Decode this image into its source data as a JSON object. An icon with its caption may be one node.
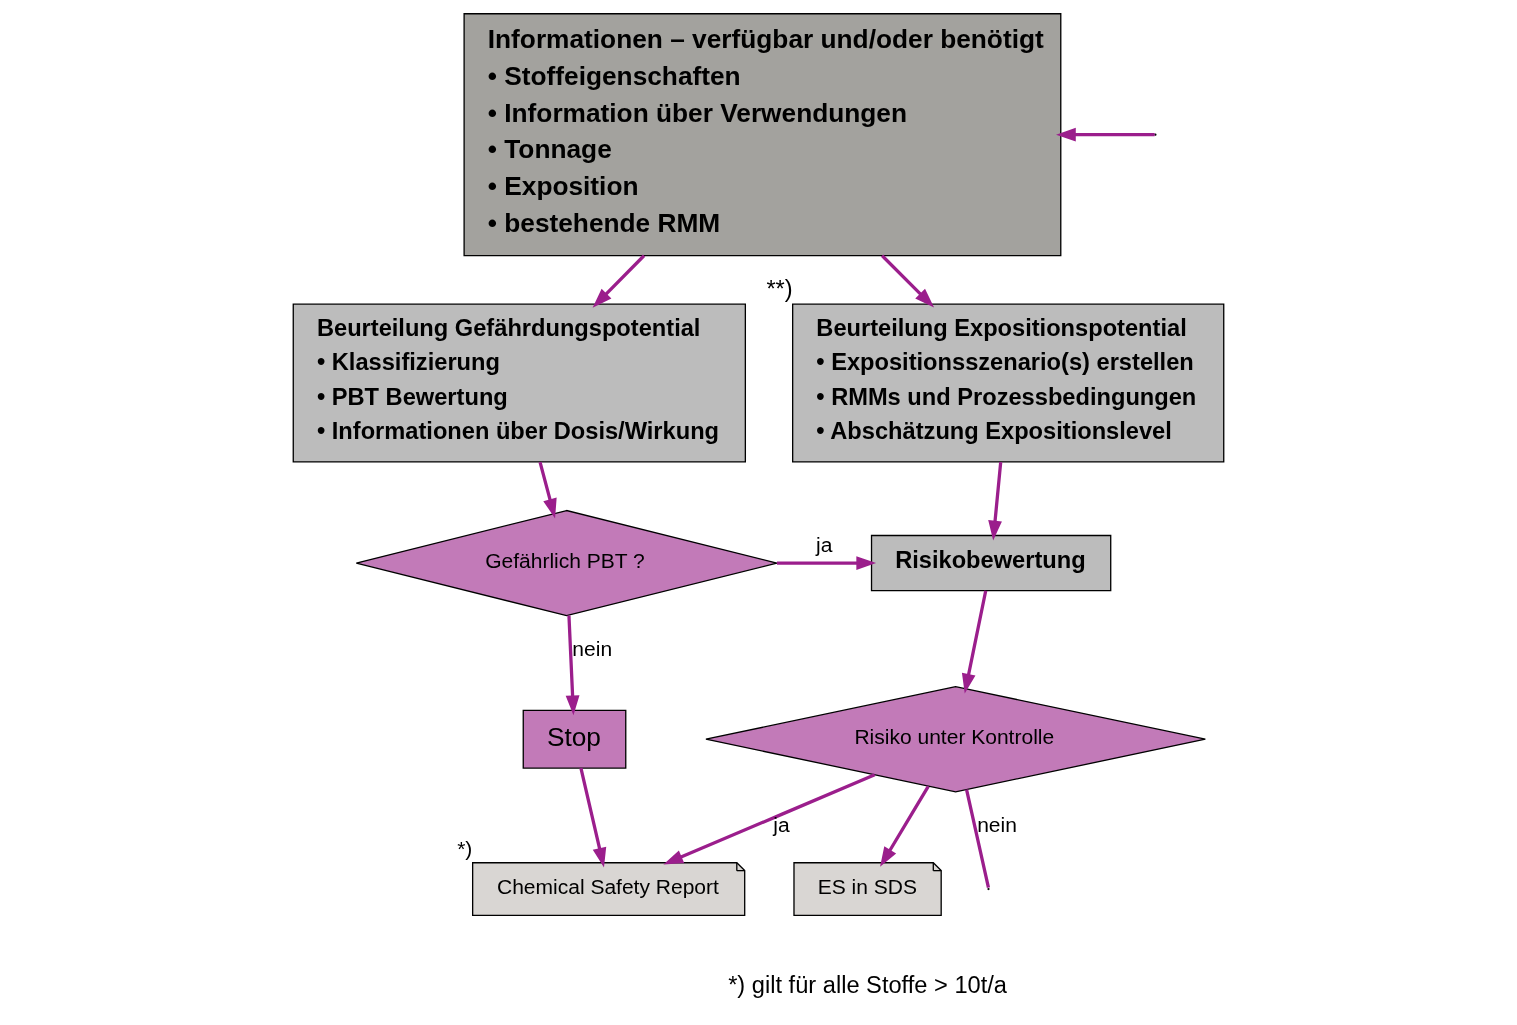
{
  "diagram": {
    "nodes": [
      {
        "text": [
          "Informationen – verfügbar und/oder benötigt",
          "• Stoffeigenschaften",
          "• Information über Verwendungen",
          "• Tonnage",
          "• Exposition",
          "• bestehende RMM"
        ]
      },
      {
        "text": [
          "Beurteilung Gefährdungspotential",
          "• Klassifizierung",
          "• PBT Bewertung",
          "• Informationen über Dosis/Wirkung"
        ]
      },
      {
        "text": [
          "Beurteilung Expositionspotential",
          "• Expositionsszenario(s) erstellen",
          "• RMMs und Prozessbedingungen",
          "• Abschätzung Expositionslevel"
        ],
        "beside": [
          "**)"
        ]
      },
      {
        "text": [
          "Stop"
        ]
      },
      {
        "text": [
          "Gefährlich PBT ?"
        ]
      },
      {
        "text": [
          "Risikobewertung"
        ]
      },
      {
        "text": [
          "Chemical Safety Report"
        ],
        "beside": [
          "*)"
        ]
      },
      {
        "text": [
          "Risiko unter Kontrolle"
        ]
      },
      {
        "text": [
          "ES in SDS"
        ]
      }
    ],
    "edges": [
      {
        "from": 0,
        "to": 1,
        "arrow": "to"
      },
      {
        "from": 0,
        "to": 2,
        "arrow": "to"
      },
      {
        "from": 1,
        "to": 4,
        "arrow": "to"
      },
      {
        "from": 4,
        "to": 3,
        "arrow": "to",
        "label": "nein"
      },
      {
        "from": 4,
        "to": 5,
        "arrow": "to",
        "label": "ja"
      },
      {
        "from": 2,
        "to": 5,
        "arrow": "to"
      },
      {
        "from": 3,
        "to": 6,
        "arrow": "to"
      },
      {
        "from": 5,
        "to": 7,
        "arrow": "to"
      },
      {
        "from": 7,
        "to": 6,
        "arrow": "to",
        "label": "ja"
      },
      {
        "from": 7,
        "to": 8,
        "arrow": "to"
      },
      {
        "from": 7,
        "to": null,
        "arrow": "none",
        "label": "nein"
      },
      {
        "from": null,
        "to": 0,
        "arrow": "to"
      }
    ],
    "labels": [
      "*) gilt für alle Stoffe > 10t/a"
    ]
  }
}
